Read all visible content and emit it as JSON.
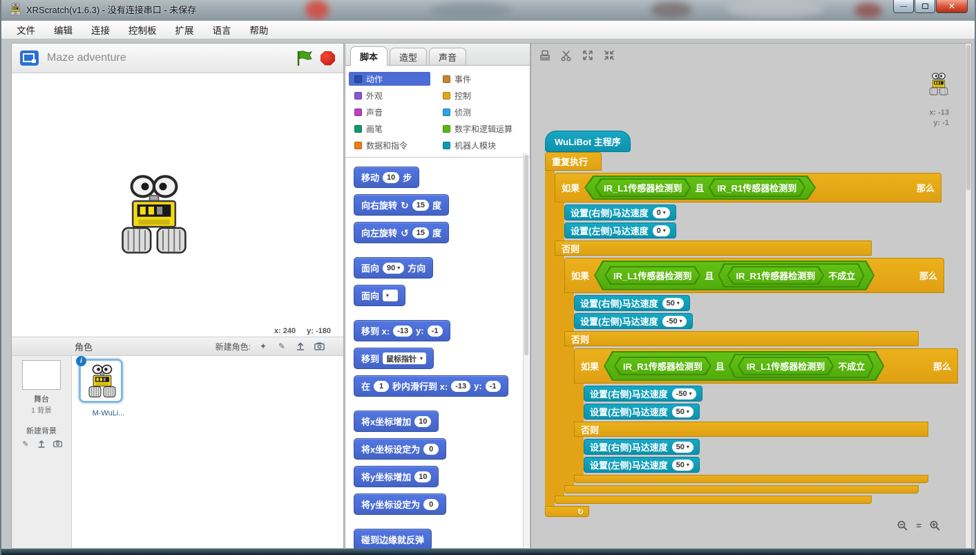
{
  "window": {
    "title": "XRScratch(v1.6.3) - 没有连接串口 - 未保存",
    "menus": [
      "文件",
      "编辑",
      "连接",
      "控制板",
      "扩展",
      "语言",
      "帮助"
    ]
  },
  "stage": {
    "project_title": "Maze adventure",
    "coord_x": "x: 240",
    "coord_y": "y: -180"
  },
  "sprite_panel": {
    "header": "角色",
    "new_sprite": "新建角色:",
    "stage_label": "舞台",
    "backdrop_count": "1 背景",
    "new_backdrop": "新建背景",
    "sprite_name": "M-WuLi..."
  },
  "palette": {
    "tabs": [
      {
        "label": "脚本"
      },
      {
        "label": "造型"
      },
      {
        "label": "声音"
      }
    ],
    "categories": [
      {
        "label": "动作",
        "color": "#2c4cab",
        "selected": true
      },
      {
        "label": "事件",
        "color": "#c88330"
      },
      {
        "label": "外观",
        "color": "#8a55d7"
      },
      {
        "label": "控制",
        "color": "#e1a91a"
      },
      {
        "label": "声音",
        "color": "#bb42c3"
      },
      {
        "label": "侦测",
        "color": "#2ca5e2"
      },
      {
        "label": "画笔",
        "color": "#0e9a6c"
      },
      {
        "label": "数字和逻辑运算",
        "color": "#5cb712"
      },
      {
        "label": "数据和指令",
        "color": "#ee7d16"
      },
      {
        "label": "机器人模块",
        "color": "#0d9bb4"
      }
    ],
    "blocks": {
      "move": {
        "t1": "移动",
        "v": "10",
        "t2": "步"
      },
      "turn_right": {
        "t1": "向右旋转",
        "v": "15",
        "t2": "度"
      },
      "turn_left": {
        "t1": "向左旋转",
        "v": "15",
        "t2": "度"
      },
      "point_dir": {
        "t1": "面向",
        "v": "90",
        "t2": "方向"
      },
      "point_to": {
        "t1": "面向"
      },
      "goto_xy": {
        "t1": "移到 x:",
        "vx": "-13",
        "t2": "y:",
        "vy": "-1"
      },
      "goto_pointer": {
        "t1": "移到",
        "v": "鼠标指针"
      },
      "glide": {
        "t1": "在",
        "v1": "1",
        "t2": "秒内滑行到 x:",
        "vx": "-13",
        "t3": "y:",
        "vy": "-1"
      },
      "change_x": {
        "t1": "将x坐标增加",
        "v": "10"
      },
      "set_x": {
        "t1": "将x坐标设定为",
        "v": "0"
      },
      "change_y": {
        "t1": "将y坐标增加",
        "v": "10"
      },
      "set_y": {
        "t1": "将y坐标设定为",
        "v": "0"
      },
      "bounce": {
        "t1": "碰到边缘就反弹"
      }
    }
  },
  "scripts": {
    "hat": "WuLiBot 主程序",
    "forever": "重复执行",
    "kw_if": "如果",
    "kw_then": "那么",
    "kw_else": "否则",
    "kw_and": "且",
    "kw_not": "不成立",
    "sensor_l1": "IR_L1传感器检测到",
    "sensor_r1": "IR_R1传感器检测到",
    "set_right": "设置(右侧)马达速度",
    "set_left": "设置(左侧)马达速度",
    "v_0": "0",
    "v_50": "50",
    "v_neg50": "-50",
    "sprite_x": "x: -13",
    "sprite_y": "y: -1"
  },
  "icons": {
    "dropdown": "▾",
    "turn_right": "↻",
    "turn_left": "↺",
    "loop": "↻",
    "info": "i"
  },
  "colors": {
    "motion": "#4a6cd4",
    "control": "#e2a416",
    "robot_module": "#0f9cb8",
    "operator": "#5cb712",
    "selection": "#7db9e8"
  }
}
